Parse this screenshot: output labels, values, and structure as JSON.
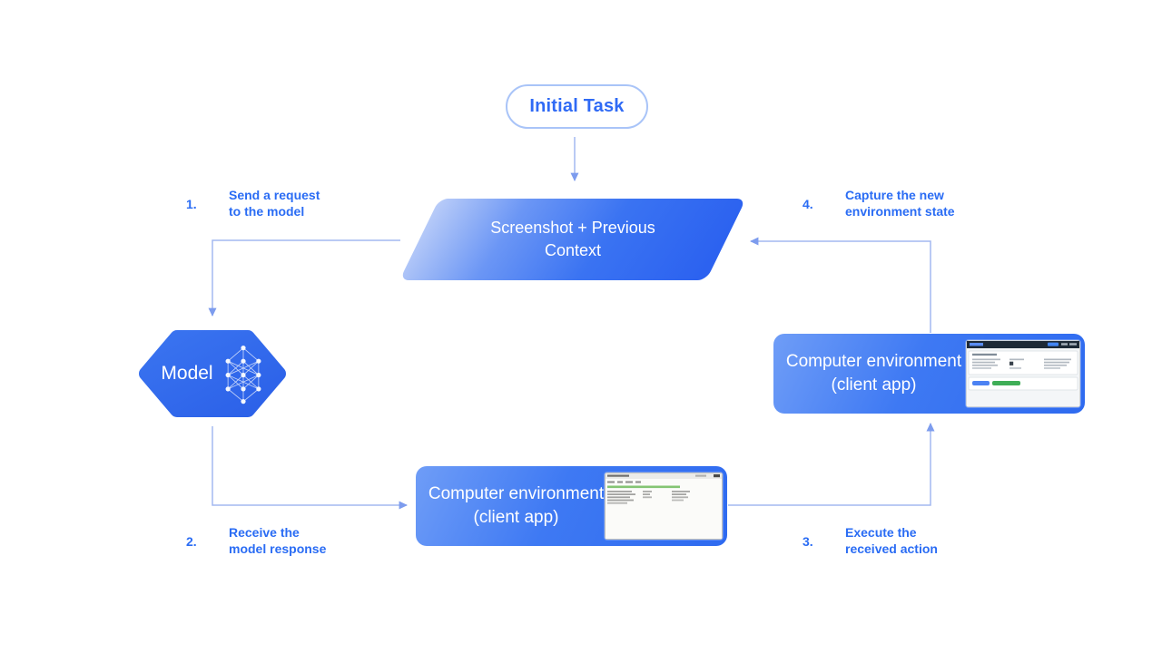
{
  "diagram": {
    "title_node": {
      "label": "Initial Task"
    },
    "screenshot_node": {
      "lines": [
        "Screenshot + Previous",
        "Context"
      ]
    },
    "model_node": {
      "label": "Model",
      "icon": "neural-network-icon"
    },
    "computer_env_bottom": {
      "lines": [
        "Computer environment",
        "(client app)"
      ],
      "thumbnail": "desktop-app-screenshot"
    },
    "computer_env_right": {
      "lines": [
        "Computer environment",
        "(client app)"
      ],
      "thumbnail": "web-app-screenshot"
    },
    "steps": [
      {
        "num": "1.",
        "lines": [
          "Send a request",
          "to the model"
        ]
      },
      {
        "num": "2.",
        "lines": [
          "Receive the",
          "model response"
        ]
      },
      {
        "num": "3.",
        "lines": [
          "Execute the",
          "received action"
        ]
      },
      {
        "num": "4.",
        "lines": [
          "Capture the new",
          "environment state"
        ]
      }
    ],
    "colors": {
      "accent_blue": "#2f6af5",
      "label_blue": "#2a6cf4",
      "node_blue": "#2f68ea",
      "gradient_light_blue": "#b9ccf8",
      "connector_blue": "#a3b8f0",
      "arrowhead_blue": "#7d9cee",
      "success_green": "#3fae57",
      "white": "#ffffff"
    }
  }
}
